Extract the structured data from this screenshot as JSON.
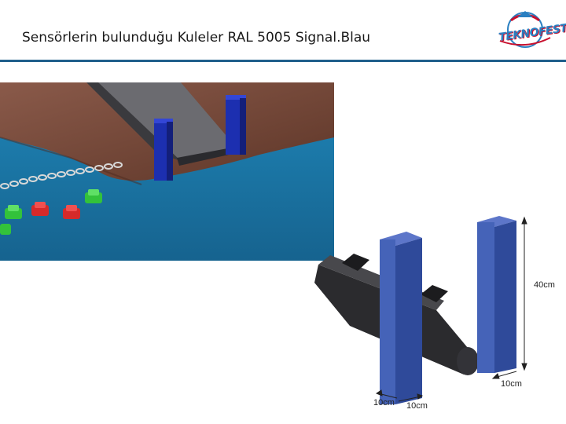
{
  "header": {
    "title": "Sensörlerin bulunduğu Kuleler RAL 5005 Signal.Blau",
    "logo_text": "TEKNOFEST"
  },
  "diagram": {
    "height_label": "40cm",
    "width_label_right": "10cm",
    "width_label_left": "10cm",
    "depth_label_left": "10cm"
  },
  "colors": {
    "tower_blue": "#1f3f8f",
    "accent_rule": "#1f5f8b",
    "water": "#1e78a8",
    "ground": "#7a4a3a"
  }
}
